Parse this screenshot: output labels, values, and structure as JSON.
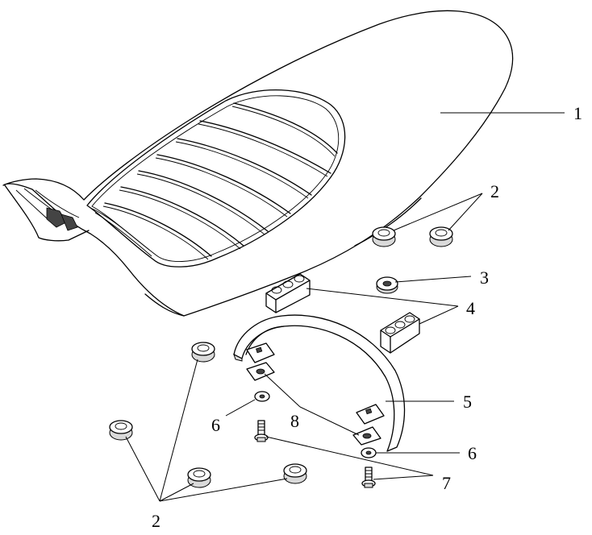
{
  "callouts": {
    "seat": "1",
    "rubber_cushion_top": "2",
    "washer_top": "3",
    "bracket_blocks": "4",
    "rear_bracket": "5",
    "washer_left": "6",
    "washer_right": "6",
    "bolt": "7",
    "clip": "8",
    "rubber_cushion_bottom": "2"
  }
}
